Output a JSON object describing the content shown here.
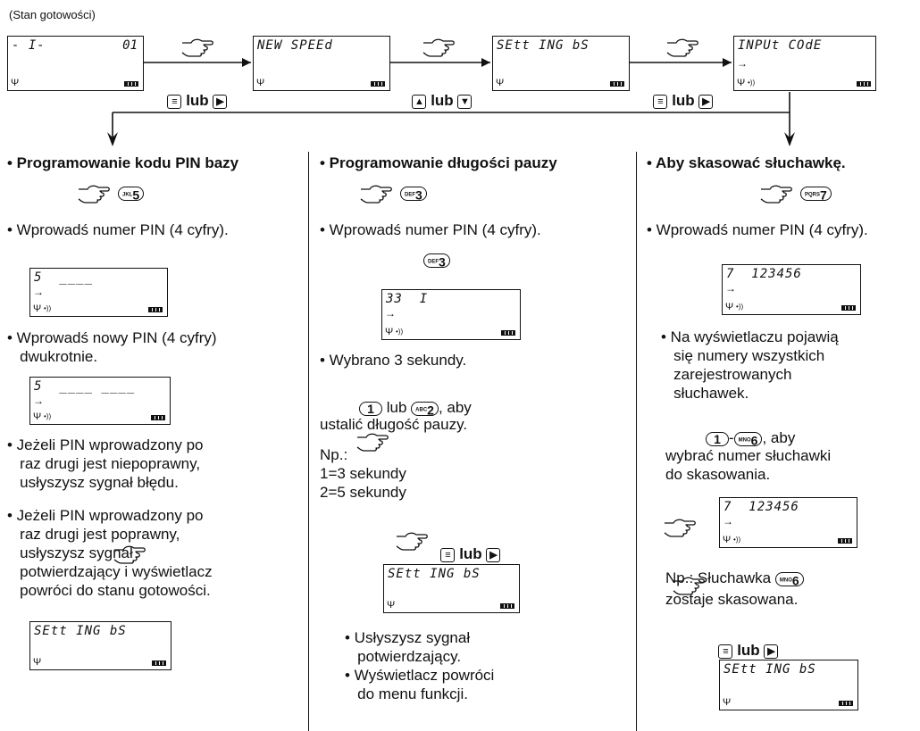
{
  "header": {
    "status": "(Stan gotowości)"
  },
  "top_screens": [
    {
      "l": "- I-",
      "r": "01"
    },
    {
      "l": "NEW SPEEd"
    },
    {
      "l": "SEtt ING bS"
    },
    {
      "l": "INPUt COdE"
    }
  ],
  "top_labels": {
    "or": "lub"
  },
  "col1": {
    "title": "• Programowanie kodu PIN bazy",
    "key": {
      "letters": "JKL",
      "digit": "5"
    },
    "b1": "• Wprowadś numer PIN (4 cyfry).",
    "s1": "5  ____",
    "b2": "• Wprowadś nowy PIN (4 cyfry)\n   dwukrotnie.",
    "s2": "5  ____ ____",
    "b3": "• Jeżeli PIN wprowadzony po\n   raz drugi jest niepoprawny,\n   usłyszysz sygnał błędu.",
    "b4": "• Jeżeli PIN wprowadzony po\n   raz drugi jest poprawny,\n   usłyszysz sygnał\n   potwierdzający i wyświetlacz\n   powróci do stanu gotowości.",
    "s3": "SEtt ING bS"
  },
  "col2": {
    "title": "• Programowanie długości pauzy",
    "key": {
      "letters": "DEF",
      "digit": "3"
    },
    "b1": "• Wprowadś numer PIN (4 cyfry).",
    "key2": {
      "letters": "DEF",
      "digit": "3"
    },
    "s1": "33  I",
    "b2": "• Wybrano 3 sekundy.",
    "k1": "1",
    "or": "lub",
    "k2": {
      "letters": "ABC",
      "digit": "2"
    },
    "b3a": ", aby",
    "b3b": "ustalić długość pauzy.",
    "b4": "Np.:\n1=3 sekundy\n2=5 sekundy",
    "or2": "lub",
    "s2": "SEtt ING bS",
    "b5": "• Usłyszysz sygnał\n   potwierdzający.\n• Wyświetlacz powróci\n   do menu funkcji."
  },
  "col3": {
    "title": "• Aby skasować słuchawkę.",
    "key": {
      "letters": "PQRS",
      "digit": "7"
    },
    "b1": "• Wprowadś numer PIN (4 cyfry).",
    "s1": "7  123456",
    "b2": "• Na wyświetlaczu pojawią\n   się numery wszystkich\n   zarejestrowanych\n   słuchawek.",
    "k1": "1",
    "dash": "-",
    "k2": {
      "letters": "MNO",
      "digit": "6"
    },
    "b3a": ", aby",
    "b3b": "wybrać numer słuchawki\ndo skasowania.",
    "s2": "7  123456",
    "b4a": "Np.: Słuchawka",
    "k3": {
      "letters": "MNO",
      "digit": "6"
    },
    "b4b": "zostaje skasowana.",
    "or": "lub",
    "s3": "SEtt ING bS"
  }
}
